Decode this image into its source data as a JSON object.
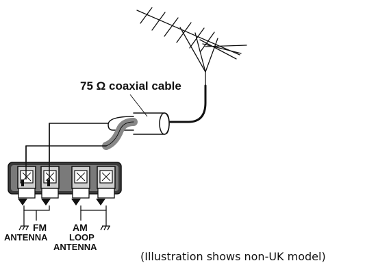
{
  "diagram": {
    "cable_label": "75 Ω coaxial cable",
    "fm_label": "FM",
    "fm_antenna_label": "ANTENNA",
    "am_label": "AM",
    "am_loop_label": "LOOP",
    "am_antenna_label": "ANTENNA",
    "caption": "(Illustration shows non-UK model)"
  },
  "icons": {
    "antenna": "fm-antenna-icon",
    "ground": "ground-icon",
    "arrow": "arrow-down-icon"
  }
}
